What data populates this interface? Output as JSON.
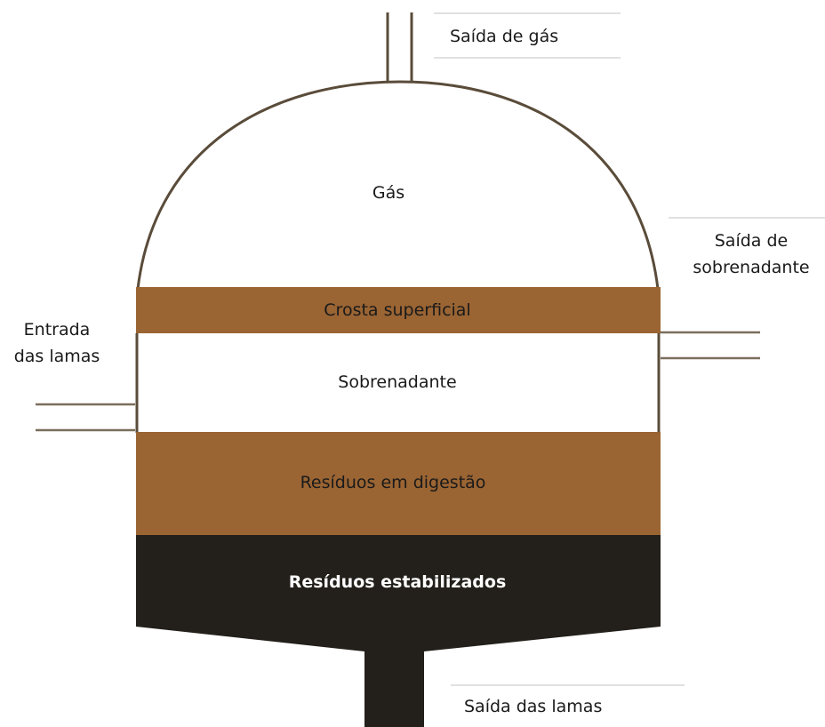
{
  "diagram": {
    "gas_outlet_label": "Saída de gás",
    "gas_label": "Gás",
    "supernatant_outlet_label": {
      "line1": "Saída de",
      "line2": "sobrenadante"
    },
    "sludge_inlet_label": {
      "line1": "Entrada",
      "line2": "das lamas"
    },
    "layers": {
      "crust": "Crosta superficial",
      "supernatant": "Sobrenadante",
      "digesting": "Resíduos em digestão",
      "stabilized": "Resíduos estabilizados"
    },
    "sludge_outlet_label": "Saída das lamas"
  },
  "colors": {
    "outline": "#5a4c3a",
    "crust": "#9a6433",
    "digesting": "#9a6433",
    "stabilized": "#231f1a",
    "pipe": "#7a6e5c",
    "leader": "#cfcfcf"
  }
}
